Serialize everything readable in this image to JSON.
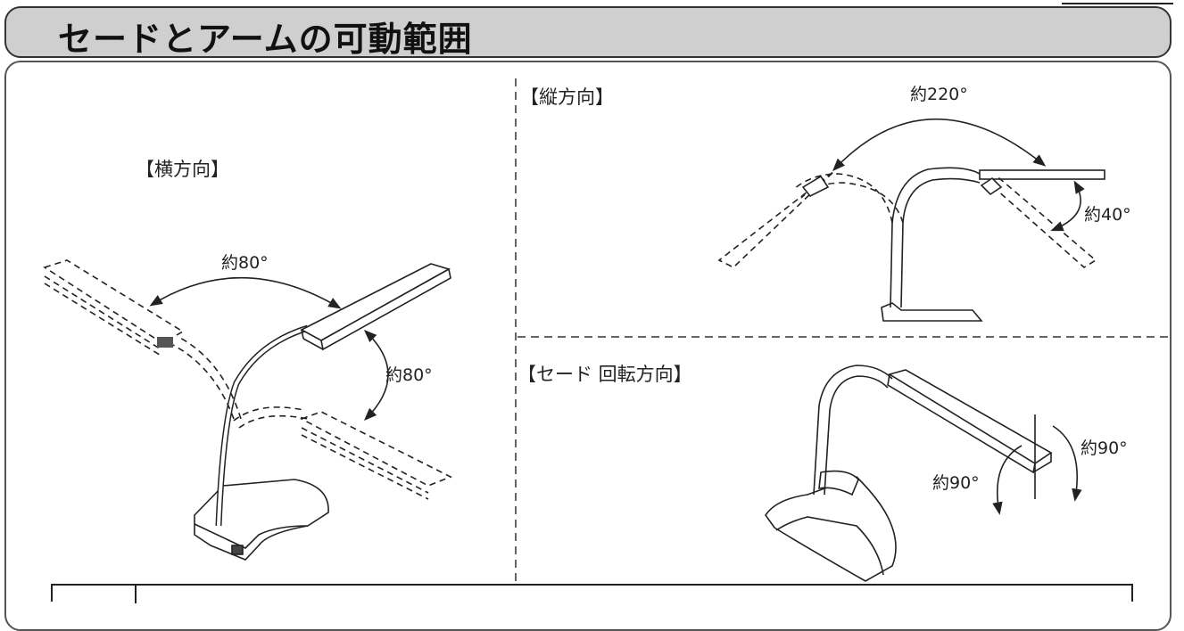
{
  "title": "セードとアームの可動範囲",
  "sections": {
    "horizontal": {
      "label": "【横方向】",
      "angle_top": "約80°",
      "angle_side": "約80°"
    },
    "vertical": {
      "label": "【縦方向】",
      "angle_arc": "約220°",
      "angle_tilt": "約40°"
    },
    "rotation": {
      "label": "【セード 回転方向】",
      "angle_right": "約90°",
      "angle_left": "約90°"
    }
  },
  "colors": {
    "title_bg": "#cfcfcf",
    "line": "#222222"
  }
}
